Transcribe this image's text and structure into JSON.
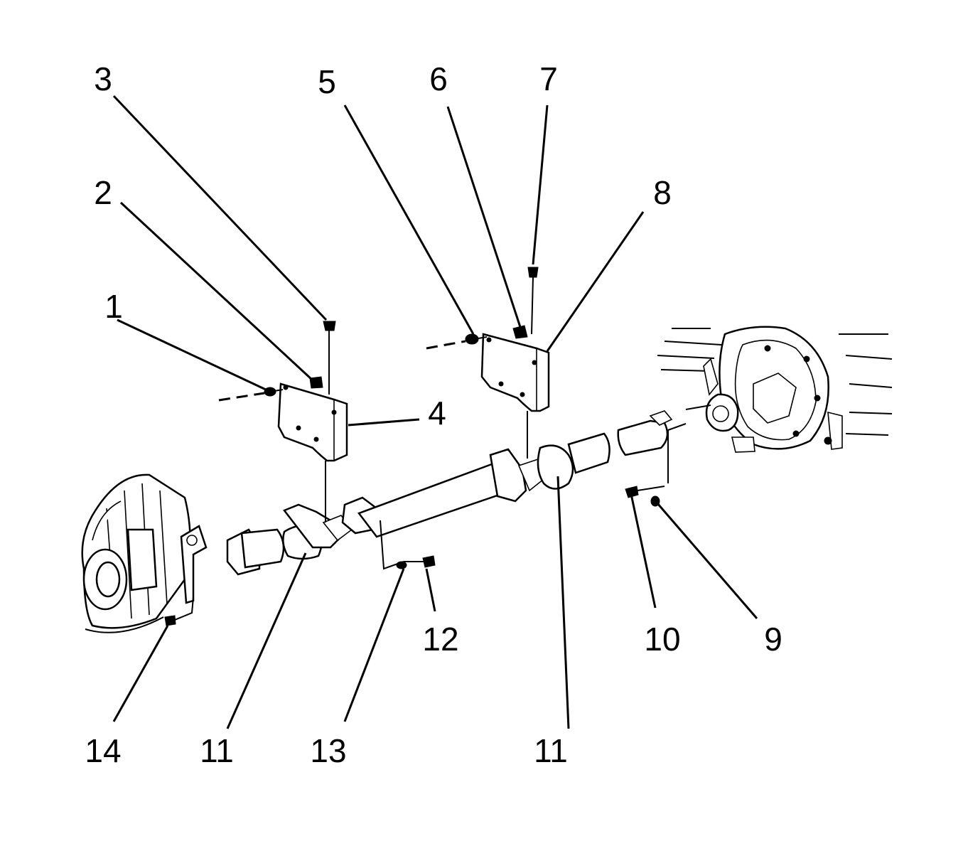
{
  "diagram": {
    "callouts": [
      {
        "id": "c1",
        "label": "1"
      },
      {
        "id": "c2",
        "label": "2"
      },
      {
        "id": "c3",
        "label": "3"
      },
      {
        "id": "c4",
        "label": "4"
      },
      {
        "id": "c5",
        "label": "5"
      },
      {
        "id": "c6",
        "label": "6"
      },
      {
        "id": "c7",
        "label": "7"
      },
      {
        "id": "c8",
        "label": "8"
      },
      {
        "id": "c9",
        "label": "9"
      },
      {
        "id": "c10",
        "label": "10"
      },
      {
        "id": "c11a",
        "label": "11"
      },
      {
        "id": "c11b",
        "label": "11"
      },
      {
        "id": "c12",
        "label": "12"
      },
      {
        "id": "c13",
        "label": "13"
      },
      {
        "id": "c14",
        "label": "14"
      }
    ]
  }
}
